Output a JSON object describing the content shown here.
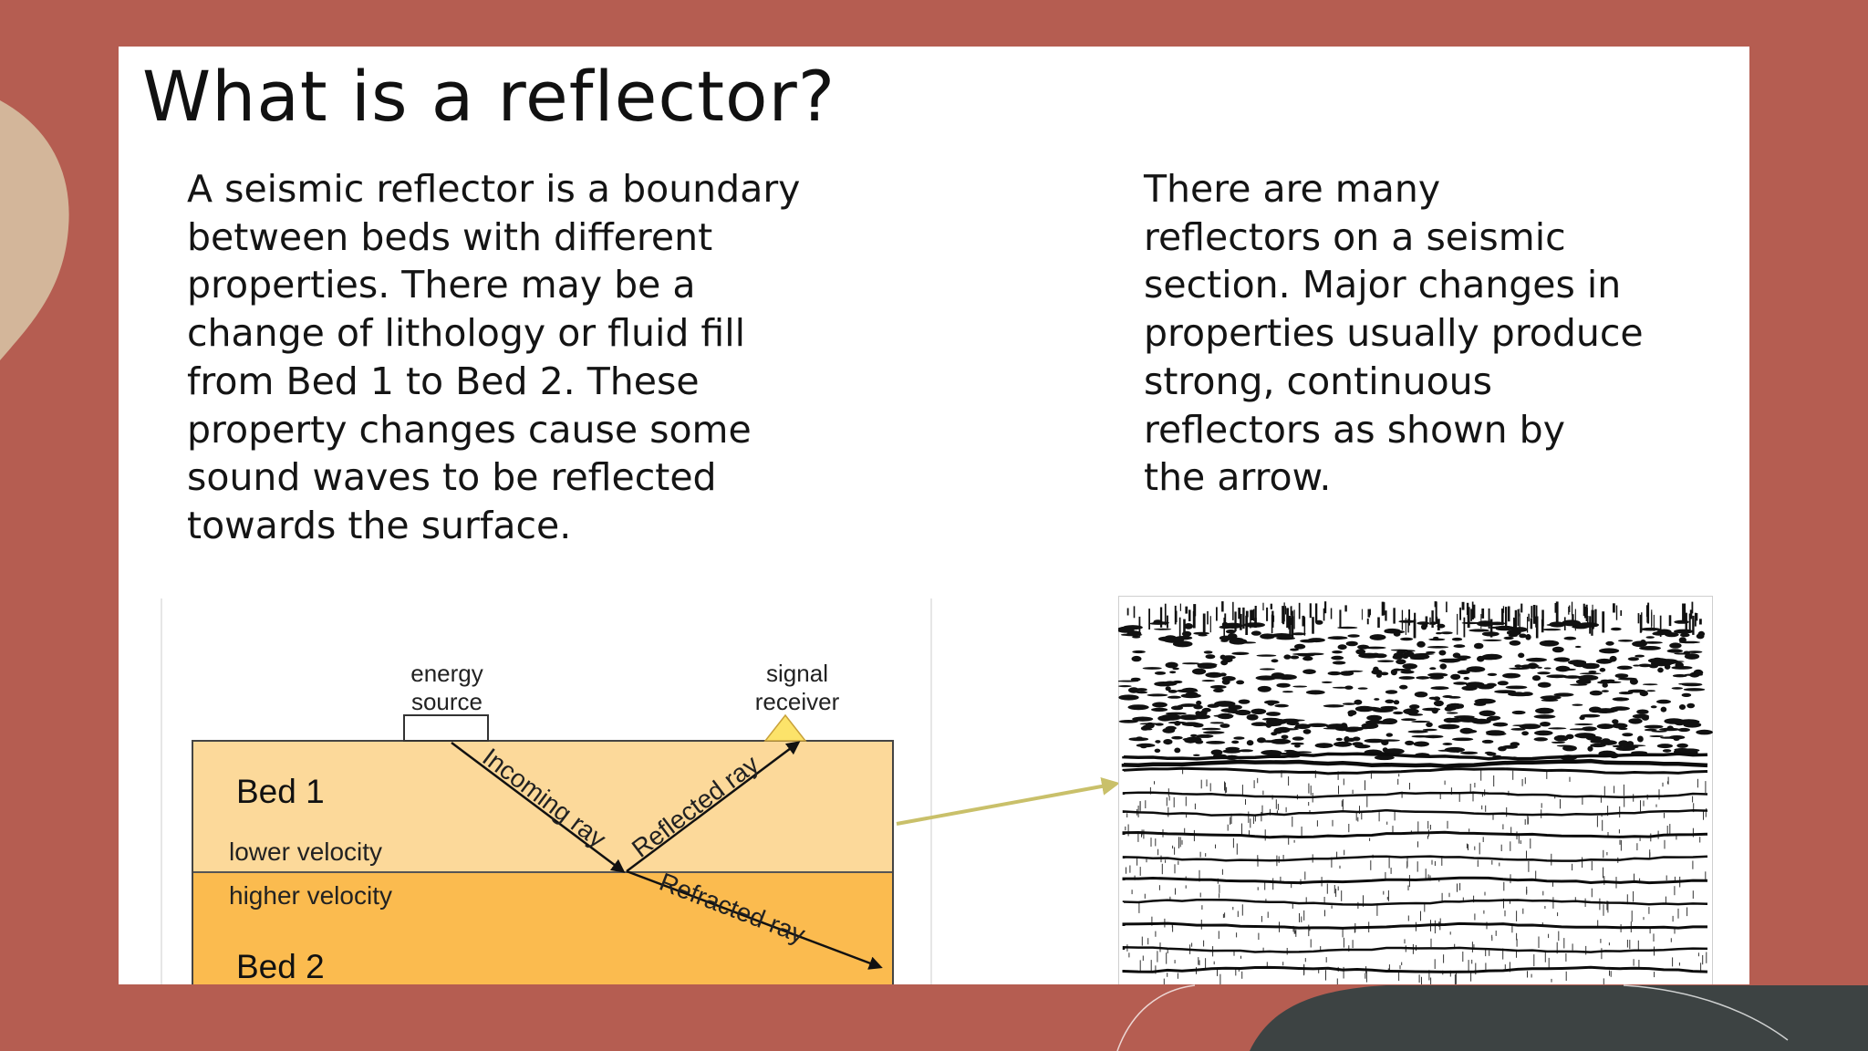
{
  "slide": {
    "title": "What is a reflector?",
    "left_text": "A seismic reflector is a boundary\nbetween beds with different\nproperties.  There may be a\nchange of lithology or fluid fill\nfrom Bed 1 to Bed 2.  These\nproperty changes cause some\nsound waves to be reflected\ntowards the surface.",
    "right_text": "There are many\nreflectors on a seismic\nsection.  Major changes in\nproperties usually produce\nstrong, continuous\nreflectors as shown by\nthe arrow."
  },
  "diagram": {
    "energy_source_label_1": "energy",
    "energy_source_label_2": "source",
    "receiver_label_1": "signal",
    "receiver_label_2": "receiver",
    "bed1_label": "Bed 1",
    "bed1_velocity": "lower velocity",
    "bed2_label": "Bed 2",
    "bed2_velocity": "higher velocity",
    "incoming_ray": "Incoming ray",
    "reflected_ray": "Reflected ray",
    "refracted_ray": "Refracted ray"
  },
  "colors": {
    "background": "#b55d51",
    "bed1": "#fcd99a",
    "bed2": "#fbbb4f",
    "arrow": "#c9c06a",
    "accent_dark": "#3d4343",
    "accent_beige": "#d3b69a"
  }
}
